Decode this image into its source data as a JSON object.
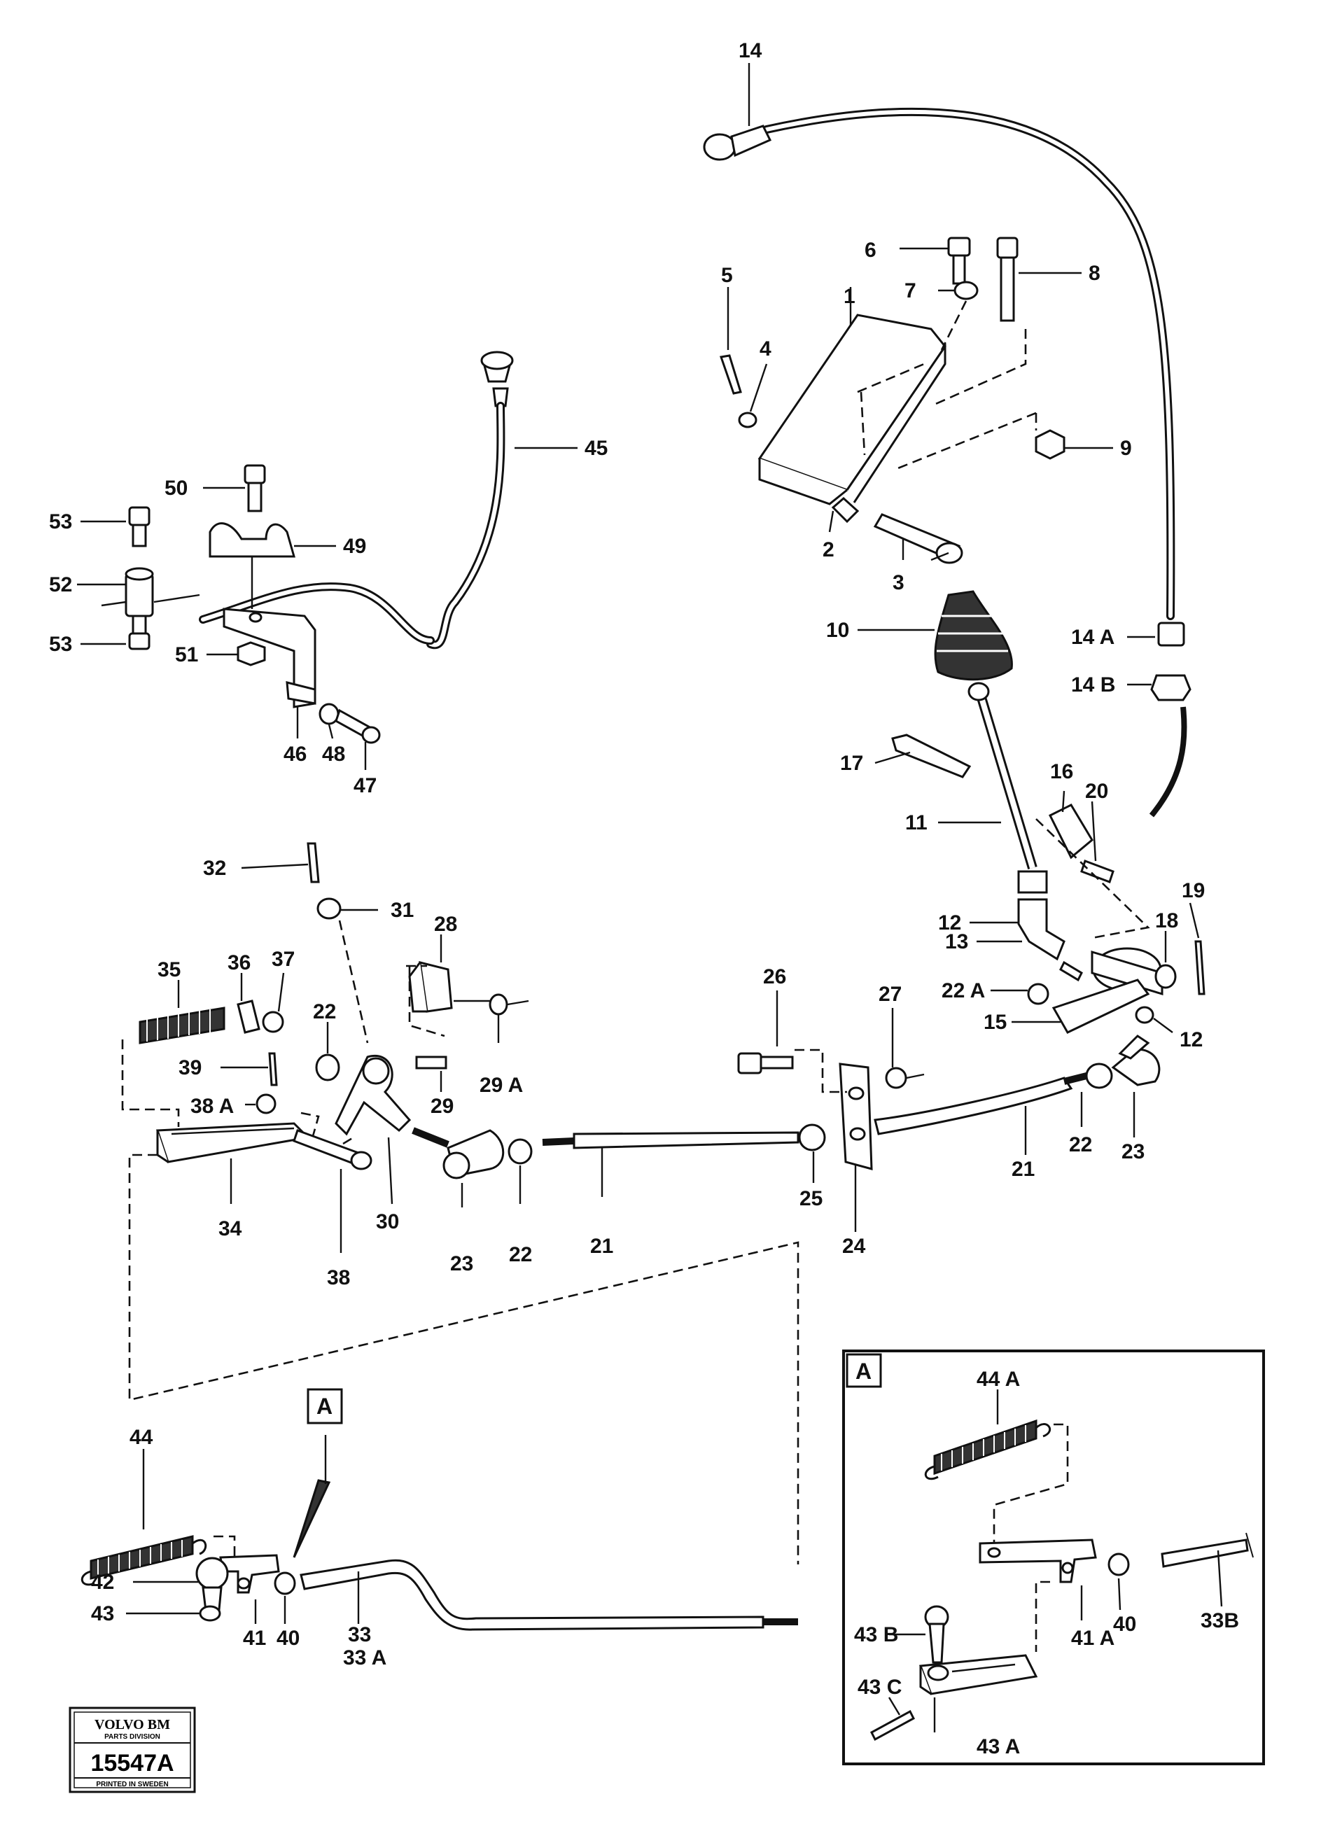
{
  "callouts": {
    "c1": "1",
    "c2": "2",
    "c3": "3",
    "c4": "4",
    "c5": "5",
    "c6": "6",
    "c7": "7",
    "c8": "8",
    "c9": "9",
    "c10": "10",
    "c11": "11",
    "c12a": "12",
    "c12b": "12",
    "c13": "13",
    "c14": "14",
    "c14a": "14 A",
    "c14b": "14 B",
    "c15": "15",
    "c16": "16",
    "c17": "17",
    "c18": "18",
    "c19": "19",
    "c20": "20",
    "c21a": "21",
    "c21b": "21",
    "c22a": "22",
    "c22b": "22",
    "c22c": "22",
    "c22d": "22 A",
    "c23a": "23",
    "c23b": "23",
    "c24": "24",
    "c25": "25",
    "c26": "26",
    "c27": "27",
    "c28": "28",
    "c29": "29",
    "c29a": "29 A",
    "c30": "30",
    "c31": "31",
    "c32": "32",
    "c33": "33",
    "c33a": "33 A",
    "c34": "34",
    "c35": "35",
    "c36": "36",
    "c37": "37",
    "c38": "38",
    "c38a": "38 A",
    "c39": "39",
    "c40a": "40",
    "c40b": "40",
    "c41": "41",
    "c41a": "41 A",
    "c42": "42",
    "c43": "43",
    "c43a": "43 A",
    "c43b": "43 B",
    "c43c": "43 C",
    "c44": "44",
    "c44a": "44 A",
    "c45": "45",
    "c46": "46",
    "c47": "47",
    "c48": "48",
    "c49": "49",
    "c50": "50",
    "c51": "51",
    "c52": "52",
    "c53a": "53",
    "c53b": "53",
    "c33b": "33B"
  },
  "detail": {
    "ref_label": "A",
    "inset_label": "A"
  },
  "stamp": {
    "brand": "VOLVO BM",
    "division": "PARTS DIVISION",
    "number": "15547A",
    "footer": "PRINTED IN SWEDEN"
  }
}
